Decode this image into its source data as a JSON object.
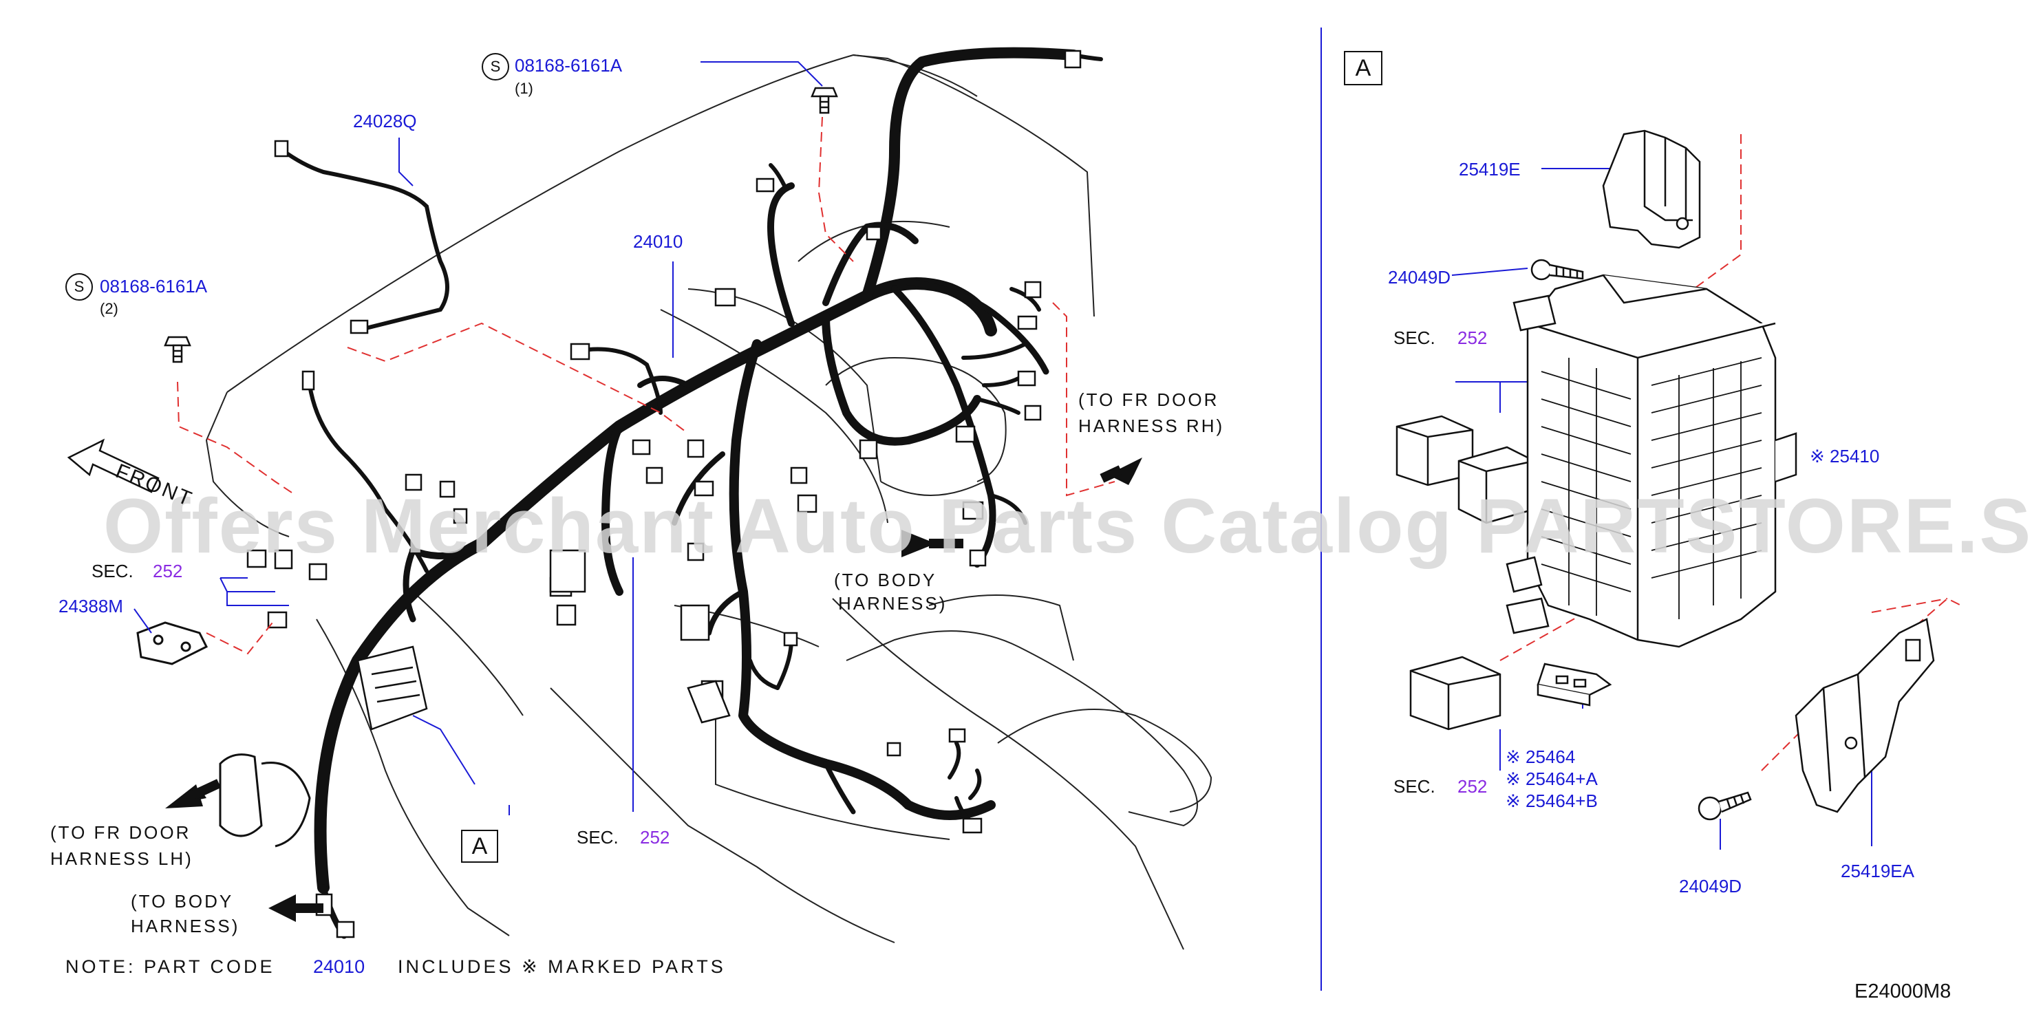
{
  "watermark": "Offers Merchant Auto Parts Catalog PARTSTORE.SA",
  "figure_code": "E24000M8",
  "note": {
    "prefix": "NOTE:  PART  CODE",
    "code": "24010",
    "suffix": "INCLUDES  ※  MARKED  PARTS"
  },
  "left_view": {
    "bolt_top": {
      "symbol": "S",
      "part": "08168-6161A",
      "qty": "(1)"
    },
    "bolt_left": {
      "symbol": "S",
      "part": "08168-6161A",
      "qty": "(2)"
    },
    "harness_24028q": "24028Q",
    "harness_24010": "24010",
    "bracket_24388m": "24388M",
    "front_label": "FRONT",
    "sec_left": {
      "prefix": "SEC.",
      "num": "252"
    },
    "sec_bottom": {
      "prefix": "SEC.",
      "num": "252"
    },
    "to_fr_door_rh": {
      "line1": "(TO  FR  DOOR",
      "line2": "HARNESS  RH)"
    },
    "to_body_center": {
      "line1": "(TO  BODY",
      "line2": "HARNESS)"
    },
    "to_fr_door_lh": {
      "line1": "(TO  FR  DOOR",
      "line2": "HARNESS  LH)"
    },
    "to_body_left": {
      "line1": "(TO  BODY",
      "line2": "HARNESS)"
    },
    "detail_ref": "A"
  },
  "detail_view": {
    "title": "A",
    "bracket_top": "25419E",
    "screw_top": "24049D",
    "sec_relays": {
      "prefix": "SEC.",
      "num": "252"
    },
    "fuse_block": "※ 25410",
    "fuses": [
      "※ 25464",
      "※ 25464+A",
      "※ 25464+B"
    ],
    "sec_relay_bottom": {
      "prefix": "SEC.",
      "num": "252"
    },
    "screw_bottom": "24049D",
    "bracket_bottom": "25419EA"
  }
}
